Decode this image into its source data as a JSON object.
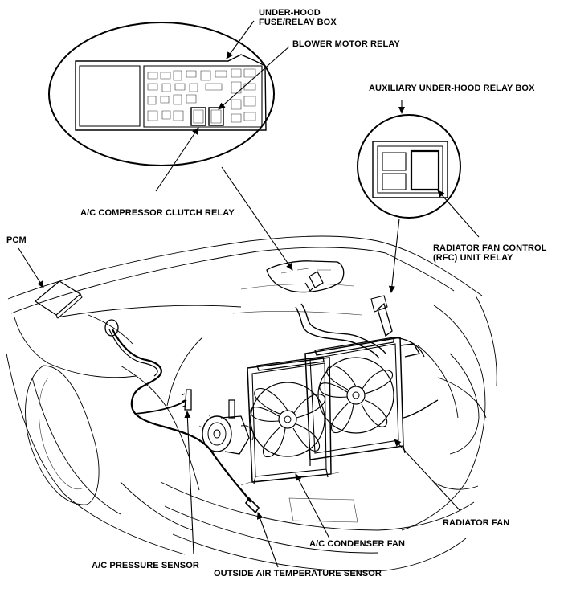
{
  "labels": {
    "underhood_box_line1": "UNDER-HOOD",
    "underhood_box_line2": "FUSE/RELAY BOX",
    "blower_relay": "BLOWER MOTOR RELAY",
    "aux_relay_box": "AUXILIARY UNDER-HOOD RELAY BOX",
    "ac_clutch_relay": "A/C COMPRESSOR CLUTCH RELAY",
    "pcm": "PCM",
    "rfc_line1": "RADIATOR FAN CONTROL",
    "rfc_line2": "(RFC) UNIT RELAY",
    "radiator_fan": "RADIATOR FAN",
    "condenser_fan": "A/C CONDENSER FAN",
    "pressure_sensor": "A/C PRESSURE SENSOR",
    "air_temp_sensor": "OUTSIDE AIR TEMPERATURE SENSOR"
  },
  "colors": {
    "ink": "#000000",
    "paper": "#ffffff"
  }
}
